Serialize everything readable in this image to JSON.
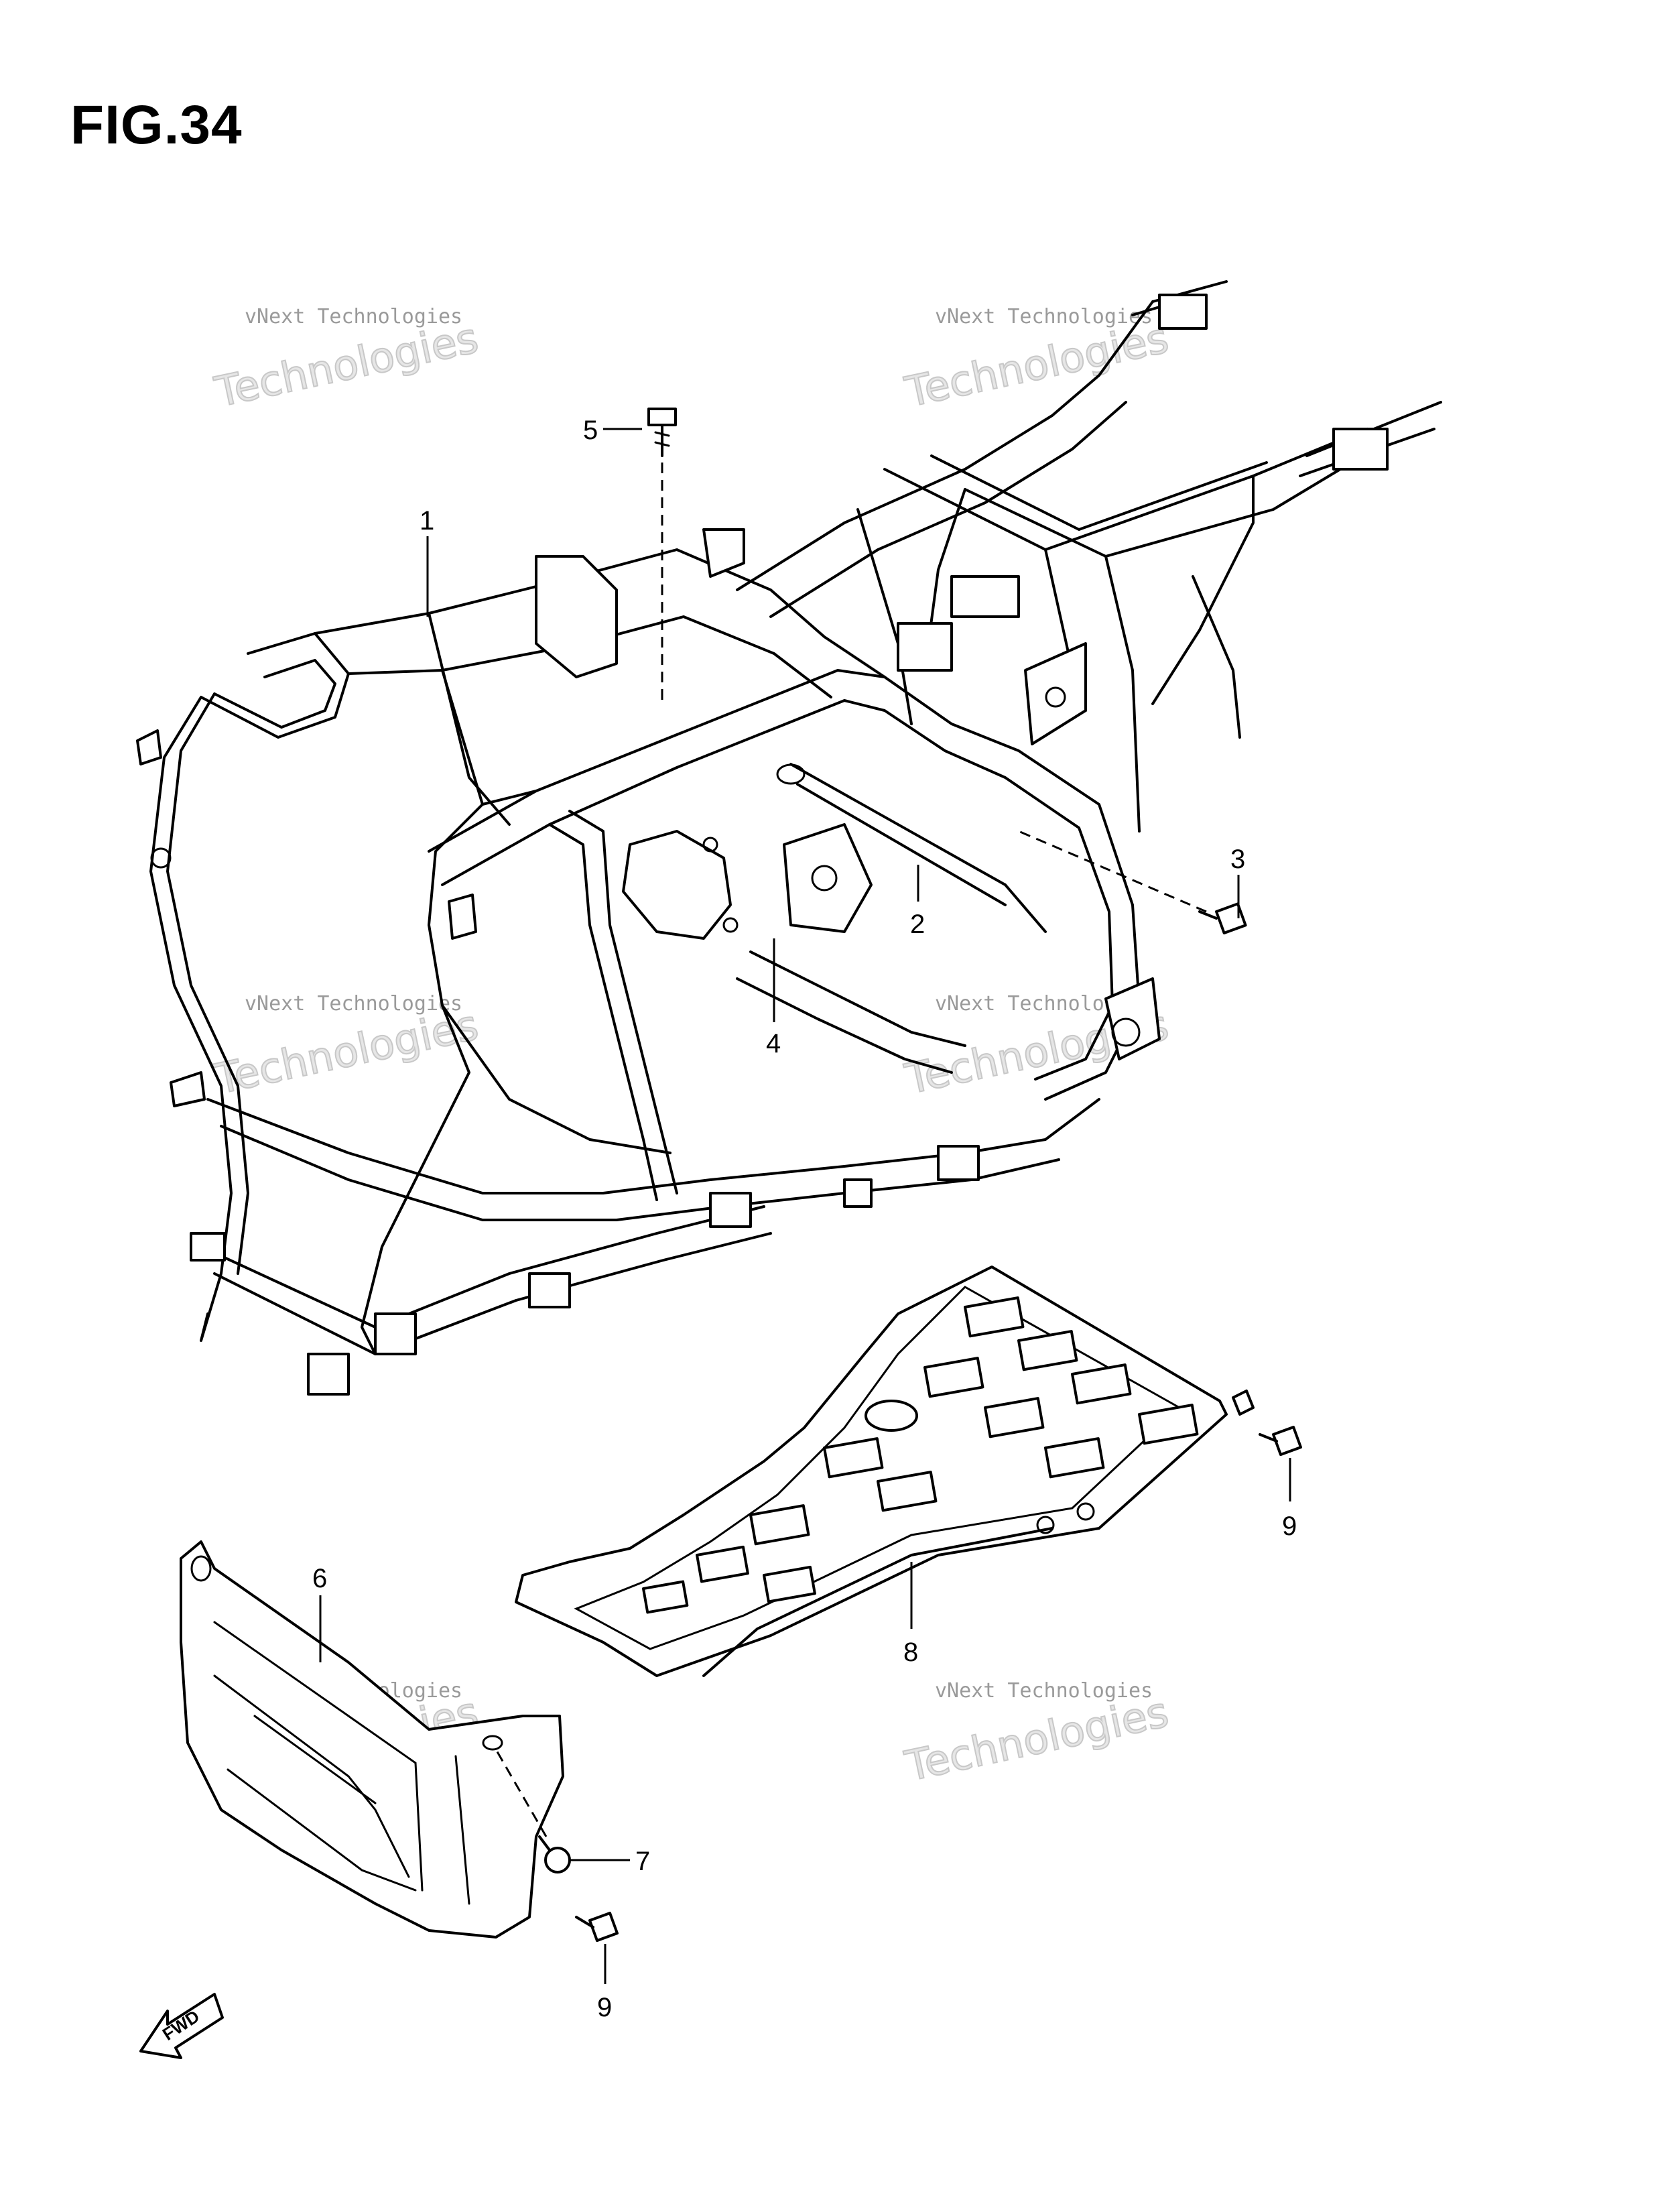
{
  "figure": {
    "title": "FIG.34"
  },
  "watermark": {
    "line": "vNext Technologies",
    "big": "Technologies",
    "small_top": "vNext"
  },
  "callouts": [
    {
      "id": "c1",
      "label": "1"
    },
    {
      "id": "c2",
      "label": "2"
    },
    {
      "id": "c3",
      "label": "3"
    },
    {
      "id": "c4",
      "label": "4"
    },
    {
      "id": "c5",
      "label": "5"
    },
    {
      "id": "c6",
      "label": "6"
    },
    {
      "id": "c7",
      "label": "7"
    },
    {
      "id": "c8",
      "label": "8"
    },
    {
      "id": "c9a",
      "label": "9"
    },
    {
      "id": "c9b",
      "label": "9"
    }
  ],
  "fwd_arrow": {
    "label": "FWD"
  }
}
